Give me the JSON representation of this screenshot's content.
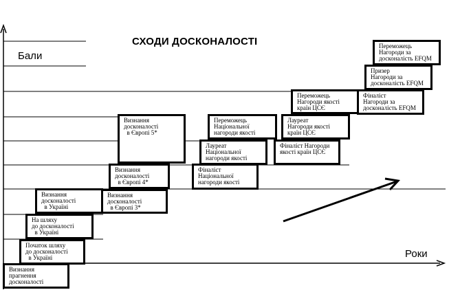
{
  "title": "СХОДИ ДОСКОНАЛОСТІ",
  "y_axis_label": "Бали",
  "x_axis_label": "Роки",
  "steps": [
    {
      "id": "step-1",
      "text": "Визнання\nпрагнення\nдосконалості"
    },
    {
      "id": "step-2",
      "text": "Початок шляху\nдо досконалості\n  в Україні"
    },
    {
      "id": "step-3",
      "text": "На шляху\nдо досконалості\n  в Україні"
    },
    {
      "id": "step-4",
      "text": "Визнання\nдосконалості\n  в Україні"
    },
    {
      "id": "step-5",
      "text": "Визнання\nдосконалості\n  в Європі 3*"
    },
    {
      "id": "step-6",
      "text": "Визнання\nдосконалості\n  в Європі 4*"
    },
    {
      "id": "step-7",
      "text": "Визнання\nдосконалості\n  в Європі 5*"
    },
    {
      "id": "step-8",
      "text": "Фіналіст\nНаціональної\nнагороди якості"
    },
    {
      "id": "step-9",
      "text": "Лауреат\nНаціональної\nнагороди якості"
    },
    {
      "id": "step-10",
      "text": "Переможець\nНаціональної\nнагороди якості"
    },
    {
      "id": "step-11",
      "text": "Фіналіст Нагороди\nякості країн ЦСЄ"
    },
    {
      "id": "step-12",
      "text": "Лауреат\nНагороди якості\nкраїн ЦСЄ"
    },
    {
      "id": "step-13",
      "text": "Переможець\nНагороди якості\nкраїн ЦСЄ"
    },
    {
      "id": "step-14",
      "text": "Фіналіст\nНагороди за\nдосконалість EFQM"
    },
    {
      "id": "step-15",
      "text": "Призер\nНагороди за\nдосконалість EFQM"
    },
    {
      "id": "step-16",
      "text": "Переможець\nНагороди за\nдосконалість EFQM"
    }
  ]
}
